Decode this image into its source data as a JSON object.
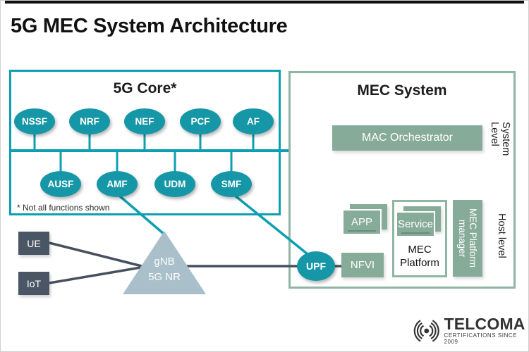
{
  "title": "5G MEC System Architecture",
  "core": {
    "title": "5G Core*",
    "note": "* Not all functions shown",
    "row1": [
      "NSSF",
      "NRF",
      "NEF",
      "PCF",
      "AF"
    ],
    "row2": [
      "AUSF",
      "AMF",
      "UDM",
      "SMF"
    ]
  },
  "mec": {
    "title": "MEC System",
    "orchestrator": "MAC Orchestrator",
    "system_level": {
      "line1": "System",
      "line2": "Level"
    },
    "host_level": "Host level",
    "app": "APP",
    "service": "Service",
    "platform": {
      "line1": "MEC",
      "line2": "Platform"
    },
    "platform_manager": {
      "line1": "MEC Platform",
      "line2": "manager"
    },
    "nfvi": "NFVI"
  },
  "access": {
    "ue": "UE",
    "iot": "IoT",
    "gnb": {
      "line1": "gNB",
      "line2": "5G NR"
    },
    "upf": "UPF"
  },
  "logo": {
    "name": "TELCOMA",
    "tagline": "CERTIFICATIONS SINCE 2009"
  },
  "colors": {
    "teal_fill": "#1697a7",
    "teal_line": "#0c9fb1",
    "sage_fill": "#87ab99",
    "sage_border": "#8fb5a3",
    "slate": "#4b5664",
    "triangle_gray": "#a9bfc9",
    "dark_line": "#47505e"
  }
}
